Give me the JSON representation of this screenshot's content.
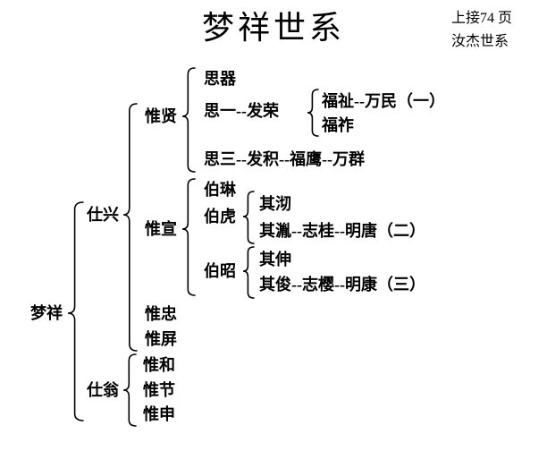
{
  "header": {
    "title": "梦祥世系",
    "note_line1": "上接74 页",
    "note_line2": "汝杰世系"
  },
  "nodes": {
    "mengxiang": "梦祥",
    "shixing": "仕兴",
    "shiweng": "仕翁",
    "weixian": "惟贤",
    "weixuan": "惟宣",
    "weizhong": "惟忠",
    "weiping": "惟屏",
    "weihe": "惟和",
    "weijie": "惟节",
    "weishen": "惟申",
    "siqi": "思器",
    "siyi_farong": "思一--发荣",
    "fuzhi_wanmin": "福祉--万民（一）",
    "fuzuo": "福祚",
    "sisan_line": "思三--发积--福鹰--万群",
    "bolin": "伯琳",
    "bohu": "伯虎",
    "qiqi": "其沏",
    "qijin_line": "其湚--志桂--明唐（二）",
    "bozhao": "伯昭",
    "qishen": "其伸",
    "qijun_line": "其俊--志樱--明康（三）"
  },
  "tree": {
    "root": "梦祥",
    "children": [
      {
        "name": "仕兴",
        "children": [
          {
            "name": "惟贤",
            "children": [
              {
                "name": "思器"
              },
              {
                "name": "思一--发荣",
                "children": [
                  {
                    "name": "福祉--万民（一）"
                  },
                  {
                    "name": "福祚"
                  }
                ]
              },
              {
                "name": "思三--发积--福鹰--万群"
              }
            ]
          },
          {
            "name": "惟宣",
            "children": [
              {
                "name": "伯琳"
              },
              {
                "name": "伯虎",
                "children": [
                  {
                    "name": "其沏"
                  },
                  {
                    "name": "其湚--志桂--明唐（二）"
                  }
                ]
              },
              {
                "name": "伯昭",
                "children": [
                  {
                    "name": "其伸"
                  },
                  {
                    "name": "其俊--志樱--明康（三）"
                  }
                ]
              }
            ]
          },
          {
            "name": "惟忠"
          },
          {
            "name": "惟屏"
          }
        ]
      },
      {
        "name": "仕翁",
        "children": [
          {
            "name": "惟和"
          },
          {
            "name": "惟节"
          },
          {
            "name": "惟申"
          }
        ]
      }
    ]
  }
}
